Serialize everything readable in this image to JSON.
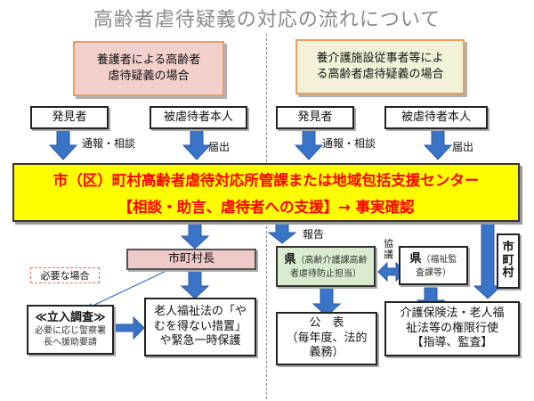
{
  "title": "高齢者虐待疑義の対応の流れについて",
  "left_case": [
    "養護者による高齢者",
    "虐待疑義の場合"
  ],
  "right_case": [
    "養介護施設従事者等によ",
    "る高齢者虐待疑義の場合"
  ],
  "finder": "発見者",
  "victim": "被虐待者本人",
  "report_consult": "通報・相談",
  "notification": "届出",
  "banner": {
    "line1": "市（区）町村高齢者虐待対応所管課または地域包括支援センター",
    "line2": "【相談・助言、虐待者への支援】→ 事実確認"
  },
  "mayor": "市町村長",
  "as_needed": "必要な場合",
  "onsite": {
    "title": "≪立入調査≫",
    "note": [
      "必要に応じ警察署",
      "長へ援助要請"
    ]
  },
  "welfare_act": [
    "老人福祉法の「や",
    "むを得ない措置」",
    "や緊急一時保護"
  ],
  "report": "報告",
  "pref": {
    "main": "県",
    "sub": [
      "（高齢介護課高齢",
      "者虐待防止担当）"
    ]
  },
  "coop": [
    "協",
    "議"
  ],
  "pref2": {
    "main": "県",
    "sub": [
      "（福祉監",
      "査課等）"
    ]
  },
  "city": [
    "市",
    "町",
    "村"
  ],
  "publication": [
    "公　表",
    "（毎年度、法的",
    "義務）"
  ],
  "authority": [
    "介護保険法・老人福",
    "祉法等の権限行使",
    "【指導、監査】"
  ]
}
